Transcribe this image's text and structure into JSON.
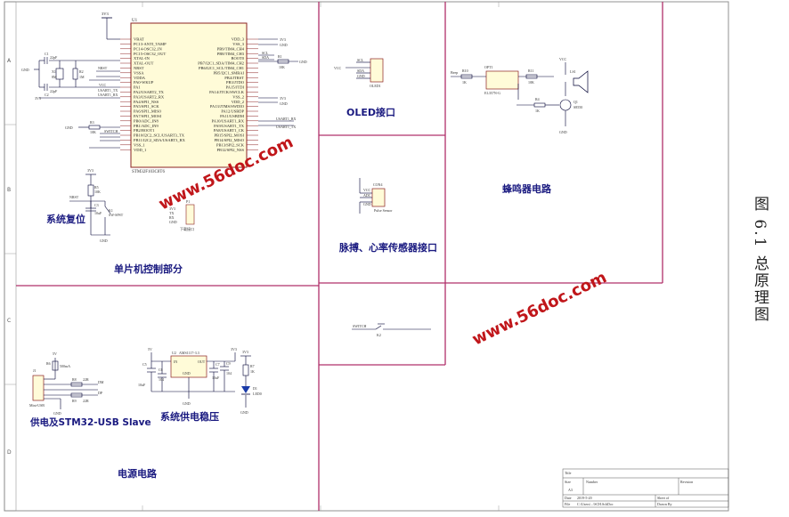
{
  "caption": "图 6.1 总原理图",
  "sections": {
    "mcu": "单片机控制部分",
    "reset": "系统复位",
    "oled": "OLED接口",
    "buzzer": "蜂鸣器电路",
    "pulse": "脉搏、心率传感器接口",
    "usb": "供电及STM32-USB Slave",
    "regulator": "系统供电稳压",
    "power": "电源电路"
  },
  "watermark": "www.56doc.com",
  "border_rows": [
    "A",
    "B",
    "C",
    "D"
  ],
  "chip": {
    "ref": "U1",
    "name": "STM32F103C8T6",
    "left_pins": [
      "VBAT",
      "PC13-ANTI_TAMP",
      "PC14-OSC32_IN",
      "PC15-OSC32_OUT",
      "XTAL-IN",
      "XTAL-OUT",
      "NRST",
      "VSSA",
      "VDDA",
      "PA0-WKUP",
      "PA1",
      "PA2/USART2_TX",
      "PA3/USART2_RX",
      "PA4/SPI1_NSS",
      "PA5/SPI1_SCK",
      "PA6/SPI1_MISO",
      "PA7/SPI1_MOSI",
      "PB0/ADC_IN8",
      "PB1/ADC_IN9",
      "PB2/BOOT1",
      "PB10/I2C2_SCL/USART3_TX",
      "PB11/I2C2_SDA/USART3_RX",
      "VSS_1",
      "VDD_1"
    ],
    "right_pins": [
      "VDD_3",
      "VSS_3",
      "PB9/TIM4_CH4",
      "PB8/TIM4_CH3",
      "BOOT0",
      "PB7/I2C1_SDA/TIM4_CH2",
      "PB6/I2C1_SCL/TIM4_CH1",
      "PB5/I2C1_SMBAI",
      "PB4/JTRST",
      "PB3/JTDO",
      "PA15/JTDI",
      "PA14/JTCK/SWCLK",
      "VSS_2",
      "VDD_2",
      "PA13/JTMS/SWDIO",
      "PA12/USBDP",
      "PA11/USBDM",
      "PA10/USART1_RX",
      "PA9/USART1_TX",
      "PA8/USART1_CK",
      "PB15/SPI2_MOSI",
      "PB14/SPI2_MISO",
      "PB13/SPI2_SCK",
      "PB12/SPI2_NSS"
    ]
  },
  "labels": {
    "v3_top": "3V3",
    "gnd": "GND",
    "c1": "C1",
    "c1v": "22pF",
    "c2": "C2",
    "c2v": "22pF",
    "x1": "X1",
    "x1v": "8M",
    "r2": "R2",
    "r2v": "1M",
    "nrst": "NRST",
    "vcc": "VCC",
    "v3_r": "3V3",
    "r1": "R1",
    "r1v": "10K",
    "usart_tx": "USART1_TX",
    "usart_rx": "USART1_RX",
    "usart1_tx_r": "USART1_TX",
    "usart1_rx_r": "USART1_RX",
    "r3": "R3",
    "r3v": "10K",
    "sda": "SDA",
    "scl": "SCL",
    "switch_net": "SWITCH",
    "oled_ref": "OLED1",
    "oled_pins": [
      "SCL",
      "SDA",
      "VCC",
      "GND"
    ],
    "r5": "R5",
    "r5v": "10K",
    "c3": "C3",
    "c3v": "10uF",
    "k1": "K1",
    "k1v": "SW-SPST",
    "p1": "P1",
    "p1v": "下载接口",
    "p1_pins": [
      "3V3",
      "TX",
      "RX",
      "GND"
    ],
    "pulse_ref": "CON4",
    "pulse_name": "Pulse Sensor",
    "pulse_pins": [
      "VCC",
      "ADC",
      "GND"
    ],
    "beep": "Beep",
    "r10": "R10",
    "r10v": "1K",
    "opt": "OPT1",
    "optv": "EL357N-G",
    "r11": "R11",
    "r11v": "10K",
    "r4": "R4",
    "r4v": "1K",
    "q1": "Q1",
    "q1v": "S8550",
    "ls": "LS1",
    "switch_sw": "SWITCH",
    "k2": "K2",
    "j1": "J1",
    "j1v": "Mini-USB",
    "r6": "R6",
    "r6v": "500mA",
    "r8": "R8",
    "r8v": "22R",
    "r9": "R9",
    "r9v": "22R",
    "dm": "DM",
    "dp": "DP",
    "v5": "5V",
    "u2": "U2",
    "u2v": "AMS1117-3.3",
    "u2_in": "IN",
    "u2_out": "OUT",
    "u2_gnd": "GND",
    "c5": "C5",
    "c5v": "10uF",
    "c6": "C6",
    "c6v": "104",
    "c7": "C7",
    "c7v": "10uF",
    "c9": "C9",
    "c9v": "104",
    "r7": "R7",
    "r7v": "1K",
    "d1": "D1",
    "d1v": "LED0"
  },
  "title_block": {
    "title": "Title",
    "size": "Size",
    "size_val": "A3",
    "number": "Number",
    "revision": "Revision",
    "date": "Date",
    "date_val": "2019-5-20",
    "file": "File",
    "file_val": "C:\\Users\\...\\SCH.SchDoc",
    "sheet": "Sheet of",
    "drawn": "Drawn By"
  }
}
